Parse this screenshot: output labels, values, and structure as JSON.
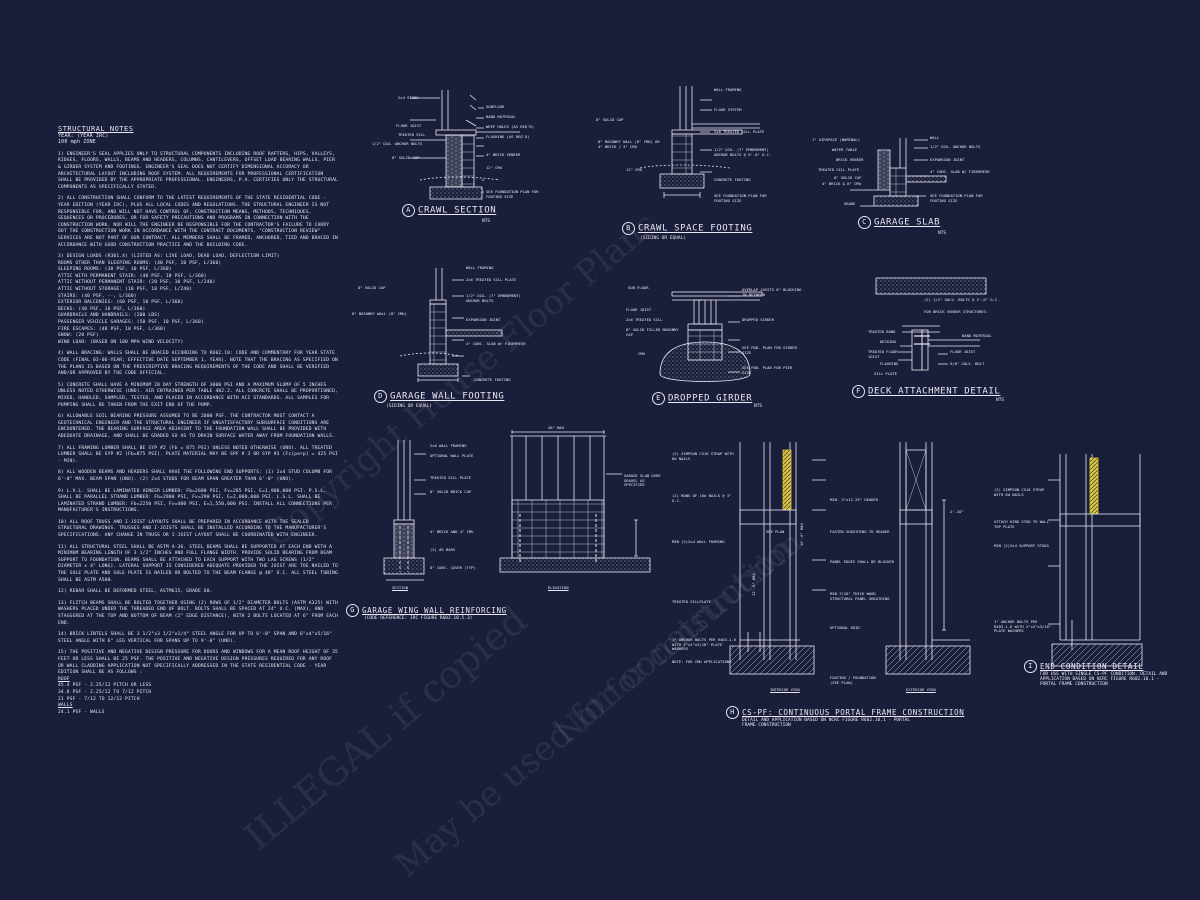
{
  "notes": {
    "title": "STRUCTURAL NOTES",
    "year": "YEAR: (YEAR IRC)",
    "zone": "100 mph ZONE",
    "paragraphs": [
      "1) ENGINEER'S SEAL APPLIES ONLY TO STRUCTURAL COMPONENTS INCLUDING ROOF RAFTERS, HIPS, VALLEYS, RIDGES, FLOORS, WALLS, BEAMS AND HEADERS, COLUMNS, CANTILEVERS, OFFSET LOAD BEARING WALLS, PIER & GIRDER SYSTEM AND FOOTINGS. ENGINEER'S SEAL DOES NOT CERTIFY DIMENSIONAL ACCURACY OR ARCHITECTURAL LAYOUT INCLUDING ROOF SYSTEM. ALL REQUIREMENTS FOR PROFESSIONAL CERTIFICATION SHALL BE PROVIDED BY THE APPROPRIATE PROFESSIONAL. ENGINEERS, P.A. CERTIFIES ONLY THE STRUCTURAL COMPONENTS AS SPECIFICALLY STATED.",
      "2) ALL CONSTRUCTION SHALL CONFORM TO THE LATEST REQUIREMENTS OF THE STATE RESIDENTIAL CODE - YEAR EDITION (YEAR IRC), PLUS ALL LOCAL CODES AND REGULATIONS. THE STRUCTURAL ENGINEER IS NOT RESPONSIBLE FOR, AND WILL NOT HAVE CONTROL OF, CONSTRUCTION MEANS, METHODS, TECHNIQUES, SEQUENCES OR PROCEDURES, OR FOR SAFETY PRECAUTIONS AND PROGRAMS IN CONNECTION WITH THE CONSTRUCTION WORK, NOR WILL THE ENGINEER BE RESPONSIBLE FOR THE CONTRACTOR'S FAILURE TO CARRY OUT THE CONSTRUCTION WORK IN ACCORDANCE WITH THE CONTRACT DOCUMENTS. \"CONSTRUCTION REVIEW\" SERVICES ARE NOT PART OF OUR CONTRACT. ALL MEMBERS SHALL BE FRAMED, ANCHORED, TIED AND BRACED IN ACCORDANCE WITH GOOD CONSTRUCTION PRACTICE AND THE BUILDING CODE.",
      "3) DESIGN LOADS (R301.4) (LISTED AS: LIVE LOAD, DEAD LOAD, DEFLECTION LIMIT)",
      "4) WALL BRACING: WALLS SHALL BE BRACED ACCORDING TO R602.10: CODE AND COMMENTARY FOR YEAR STATE CODE (FINAL 03-06-YEAR; EFFECTIVE DATE SEPTEMBER 1, YEAR). NOTE THAT THE BRACING AS SPECIFIED ON THE PLANS IS BASED ON THE PRESCRIPTIVE BRACING REQUIREMENTS OF THE CODE AND SHALL BE VERIFIED AND/OR APPROVED BY THE CODE OFFICIAL.",
      "5) CONCRETE SHALL HAVE A MINIMUM 28 DAY STRENGTH OF 3000 PSI AND A MAXIMUM SLUMP OF 5 INCHES UNLESS NOTED OTHERWISE (UNO). AIR ENTRAINED PER TABLE 402.2. ALL CONCRETE SHALL BE PROPORTIONED, MIXED, HANDLED, SAMPLED, TESTED, AND PLACED IN ACCORDANCE WITH ACI STANDARDS. ALL SAMPLES FOR PUMPING SHALL BE TAKEN FROM THE EXIT END OF THE PUMP.",
      "6) ALLOWABLE SOIL BEARING PRESSURE ASSUMED TO BE 2000 PSF. THE CONTRACTOR MUST CONTACT A GEOTECHNICAL ENGINEER AND THE STRUCTURAL ENGINEER IF UNSATISFACTORY SUBSURFACE CONDITIONS ARE ENCOUNTERED. THE BEARING SURFACE AREA ADJACENT TO THE FOUNDATION WALL SHALL BE PROVIDED WITH ADEQUATE DRAINAGE, AND SHALL BE GRADED SO AS TO DRAIN SURFACE WATER AWAY FROM FOUNDATION WALLS.",
      "7) ALL FRAMING LUMBER SHALL BE SYP #2 (Fb = 875 PSI) UNLESS NOTED OTHERWISE (UNO). ALL TREATED LUMBER SHALL BE SYP #2 (Fb=875 PSI). PLATE MATERIAL MAY BE SPF # 3 OR SYP #3 (Fc(perp) = 425 PSI - MIN).",
      "8) ALL WOODEN BEAMS AND HEADERS SHALL HAVE THE FOLLOWING END SUPPORTS: (1) 2x4 STUD COLUMN FOR 6'-0\" MAX. BEAM SPAN (UNO). (2) 2x4 STUDS FOR BEAM SPAN GREATER THAN 6'-0\" (UNO).",
      "9) L.V.L. SHALL BE LAMINATED VENEER LUMBER: Fb=2600 PSI, Fv=285 PSI, E=1,900,000 PSI. P.S.L. SHALL BE PARALLEL STRAND LUMBER: Fb=2900 PSI, Fv=290 PSI, E=2,000,000 PSI. L.S.L. SHALL BE LAMINATED STRAND LUMBER: Fb=2250 PSI, Fv=400 PSI, E=1,550,000 PSI. INSTALL ALL CONNECTIONS PER MANUFACTURER'S INSTRUCTIONS.",
      "10) ALL ROOF TRUSS AND I-JOIST LAYOUTS SHALL BE PREPARED IN ACCORDANCE WITH THE SEALED STRUCTURAL DRAWINGS. TRUSSES AND I-JOISTS SHALL BE INSTALLED ACCORDING TO THE MANUFACTURER'S SPECIFICATIONS. ANY CHANGE IN TRUSS OR I-JOIST LAYOUT SHALL BE COORDINATED WITH ENGINEER.",
      "11) ALL STRUCTURAL STEEL SHALL BE ASTM A-36. STEEL BEAMS SHALL BE SUPPORTED AT EACH END WITH A MINIMUM BEARING LENGTH OF 3 1/2\" INCHES AND FULL FLANGE WIDTH. PROVIDE SOLID BEARING FROM BEAM SUPPORT TO FOUNDATION. BEAMS SHALL BE ATTACHED TO EACH SUPPORT WITH TWO LAG SCREWS (1/2\" DIAMETER x 4\" LONG). LATERAL SUPPORT IS CONSIDERED ADEQUATE PROVIDED THE JOIST ARE TOE NAILED TO THE SOLE PLATE AND SOLE PLATE IS NAILED OR BOLTED TO THE BEAM FLANGE @ 48\" O.C. ALL STEEL TUBING SHALL BE ASTM A500.",
      "12) REBAR SHALL BE DEFORMED STEEL, ASTM615, GRADE 60.",
      "13) FLITCH BEAMS SHALL BE BOLTED TOGETHER USING (2) ROWS OF 1/2\" DIAMETER BOLTS (ASTM A325) WITH WASHERS PLACED UNDER THE THREADED END OF BOLT. BOLTS SHALL BE SPACED AT 24\" O.C. (MAX), AND STAGGERED AT THE TOP AND BOTTOM OF BEAM (2\" EDGE DISTANCE), WITH 2 BOLTS LOCATED AT 6\" FROM EACH END.",
      "14) BRICK LINTELS SHALL BE 3 1/2\"x3 1/2\"x1/4\" STEEL ANGLE FOR UP TO 6'-0\" SPAN AND 6\"x4\"x5/16\" STEEL ANGLE WITH 6\" LEG VERTICAL FOR SPANS UP TO 9'-0\" (UNO).",
      "15) THE POSITIVE AND NEGATIVE DESIGN PRESSURE FOR DOORS AND WINDOWS FOR A MEAN ROOF HEIGHT OF 35 FEET OR LESS SHALL BE 25 PSF. THE POSITIVE AND NEGATIVE DESIGN PRESSURES REQUIRED FOR ANY ROOF OR WALL CLADDING APPLICATION NOT SPECIFICALLY ADDRESSED IN THE STATE RESIDENTIAL CODE - YEAR EDITION SHALL BE AS FOLLOWS :"
    ],
    "loads": [
      "ROOMS OTHER THAN SLEEPING ROOMS: (40 PSF, 10 PSF, L/360)",
      "SLEEPING ROOMS: (30 PSF, 10 PSF, L/360)",
      "ATTIC WITH PERMANENT STAIR: (40 PSF, 10 PSF, L/360)",
      "ATTIC WITHOUT PERMANENT STAIR: (20 PSF, 10 PSF, L/240)",
      "ATTIC WITHOUT STORAGE: (10 PSF, 10 PSF, L/240)",
      "STAIRS: (40 PSF, --, L/360)",
      "EXTERIOR BALCONIES: (60 PSF, 10 PSF, L/360)",
      "DECKS: (40 PSF, 10 PSF, L/360)",
      "GUARDRAILS AND HANDRAILS: (200 LBS)",
      "PASSENGER VEHICLE GARAGES: (50 PSF, 10 PSF, L/360)",
      "FIRE ESCAPES: (40 PSF, 10 PSF, L/360)",
      "SNOW: (20 PSF)",
      "WIND LOAD: (BASED ON 100 MPH WIND VELOCITY)"
    ],
    "pressures": [
      "ROOF",
      "45.4 PSF - 2.25/12 PITCH OR LESS",
      "34.8 PSF - 2.25/12 TO 7/12 PITCH",
      "21 PSF - 7/12 TO 12/12 PITCH",
      "WALLS",
      "24.1 PSF - WALLS"
    ]
  },
  "details": [
    {
      "letter": "A",
      "title": "CRAWL SECTION",
      "sub": "NTS"
    },
    {
      "letter": "B",
      "title": "CRAWL SPACE FOOTING",
      "sub": "(SIDING OR EQUAL)"
    },
    {
      "letter": "C",
      "title": "GARAGE SLAB",
      "sub": "NTS"
    },
    {
      "letter": "D",
      "title": "GARAGE WALL FOOTING",
      "sub": "(SIDING OR EQUAL)"
    },
    {
      "letter": "E",
      "title": "DROPPED GIRDER",
      "sub": "NTS"
    },
    {
      "letter": "F",
      "title": "DECK ATTACHMENT DETAIL",
      "sub": "NTS"
    },
    {
      "letter": "G",
      "title": "GARAGE WING WALL REINFORCING",
      "sub": "(CODE REFERENCE: IRC FIGURE R602.10.5.3)"
    },
    {
      "letter": "H",
      "title": "CS-PF: CONTINUOUS PORTAL FRAME CONSTRUCTION",
      "sub": "DETAIL AND APPLICATION BASED ON NCRC FIGURE R602.10.1 - PORTAL FRAME CONSTRUCTION"
    },
    {
      "letter": "I",
      "title": "END CONDITION DETAIL",
      "sub": "FOR USE WITH SINGLE CS-PF CONDITION. DETAIL AND APPLICATION BASED ON NCRC FIGURE R602.10.1 - PORTAL FRAME CONSTRUCTION"
    }
  ],
  "labels": {
    "a": [
      "2x4 STUDS",
      "SUBFLOOR",
      "FLOOR JOIST",
      "SILL PLATE",
      "TREATED SILL",
      "BAND MATERIAL",
      "WEEP HOLES (AS REQ'D)",
      "FLASHING (AS REQ'D)",
      "1/2\" DIA. ANCHOR BOLTS",
      "8\" SOLID CAP",
      "4\" BRICK VENEER",
      "12\" CMU",
      "SEE FOUNDATION PLAN FOR FOOTING SIZE"
    ],
    "b": [
      "WALL FRAMING",
      "FLOOR SYSTEM",
      "8\" SOLID CAP",
      "2x6 TREATED SILL PLATE",
      "8\" MASONRY WALL (8\" CMU) OR 4\" BRICK / 4\" CMU",
      "1/2\" DIA. (7\" EMBEDMENT) ANCHOR BOLTS @ 6'-0\" O.C.",
      "12\" CMU",
      "CONCRETE FOOTING",
      "SEE FOUNDATION PLAN FOR FOOTING SIZE"
    ],
    "c": [
      "1\" AIRSPACE (NOMINAL)",
      "WALL",
      "WATER TABLE",
      "1/2\" DIA. ANCHOR BOLTS",
      "BRICK VENEER",
      "EXPANSION JOINT",
      "TREATED SILL PLATE",
      "4\" CONC. SLAB W/ FIBERMESH",
      "8\" SOLID CAP",
      "4\" BRICK & 8\" CMU",
      "GRADE",
      "SEE FOUNDATION PLAN FOR FOOTING SIZE"
    ],
    "d": [
      "WALL FRAMING",
      "2x6 TREATED SILL PLATE",
      "8\" SOLID CAP",
      "8\" MASONRY WALL (8\" CMU)",
      "1/2\" DIA. (7\" EMBEDMENT) ANCHOR BOLTS",
      "EXPANSION JOINT",
      "4\" CONC. SLAB W/ FIBERMESH",
      "CONCRETE FOOTING"
    ],
    "e": [
      "SUB FLOOR",
      "OVERLAP JOISTS 8\" BLOCKING IN BETWEEN",
      "FLOOR JOIST",
      "DROPPED GIRDER",
      "2x6 TREATED SILL",
      "8\" SOLID FILLED MASONRY CAP",
      "CMU",
      "SEE FND. PLAN FOR GIRDER SIZE",
      "SEE FND. PLAN FOR PIER SIZE"
    ],
    "f": [
      "(2) 1/2\" GALV. BOLTS @ 2'-0\" O.C.",
      "FOR BRICK VENEER STRUCTURES:",
      "TREATED BAND",
      "BAND MATERIAL",
      "DECKING",
      "TREATED FLOOR JOIST",
      "FLOOR JOIST",
      "FLASHING",
      "5/8\" GALV. BOLT",
      "SILL PLATE"
    ],
    "g": [
      "2x6 WALL FRAMING",
      "OPTIONAL WALL PLATE",
      "TREATED SILL PLATE",
      "8\" SOLID BRICK CAP",
      "4\" BRICK AND 4\" CMU",
      "(2) #5 BARS",
      "8\" CONC. COVER (TYP)",
      "SECTION",
      "ELEVATION",
      "48\" MAX",
      "GARAGE SLAB OVER GRAVEL AS SPECIFIED"
    ],
    "h": [
      "(2) SIMPSON CS16 STRAP WITH 8d NAILS",
      "(2) ROWS OF 16d NAILS @ 3\" O.C.",
      "MIN (2)2x4 WALL FRAMING",
      "TREATED SILLPLATE",
      "1\" ANCHOR BOLTS PER R403.1.6 WITH 2\"x2\"x3/16\" PLATE WASHERS",
      "NOTE: FOR CMU APPLICATIONS",
      "MIN. 3\"x11.25\" HEADER",
      "FASTEN SHEATHING TO HEADER",
      "PANEL EDGES SHALL BE BLOCKED",
      "MIN 7/16\" THICK WOOD STRUCTURAL PANEL SHEATHING",
      "OPTIONAL GRID",
      "INTERIOR VIEW",
      "EXTERIOR VIEW",
      "FOOTING / FOUNDATION (SEE PLAN)",
      "SEE PLAN",
      "2'-10\"",
      "10'-0\" MAX",
      "12'-0\" MAX"
    ],
    "i": [
      "(2) SIMPSON CS16 STRAP WITH 8d NAILS",
      "ATTACH KING STUD TO WALL TOP PLATE",
      "MIN (2)2x4 SUPPORT STUDS",
      "1\" ANCHOR BOLTS PER R403.1.6 WITH 2\"x2\"x3/16\" PLATE WASHERS"
    ]
  },
  "watermarks": [
    "Copyright House Floor Plans",
    "ILLEGAL if copied",
    "May be used for construction",
    "Not for construction"
  ],
  "colors": {
    "background": "#1a1e3a",
    "linework": "#e6e8f2",
    "accent": "#d7c23a"
  }
}
